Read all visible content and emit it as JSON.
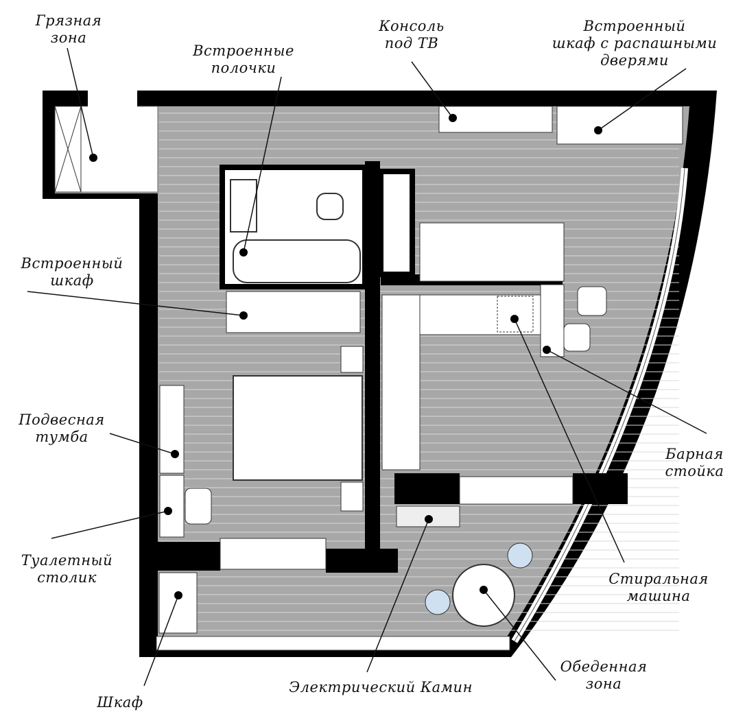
{
  "labels": {
    "dirty_zone": "Грязная\nзона",
    "shelves": "Встроенные\nполочки",
    "tv_console": "Консоль\nпод ТВ",
    "swing_wardrobe": "Встроенный\nшкаф с распашными\nдверями",
    "built_in_wardrobe": "Встроенный\nшкаф",
    "hanging_cabinet": "Подвесная\nтумба",
    "dressing_table": "Туалетный\nстолик",
    "closet": "Шкаф",
    "fireplace": "Электрический Камин",
    "dining_zone": "Обеденная\nзона",
    "washing_machine": "Стиральная\nмашина",
    "bar_counter": "Барная\nстойка"
  },
  "colors": {
    "wall": "#000000",
    "floor": "#a8a8a8",
    "furniture": "#ffffff"
  }
}
